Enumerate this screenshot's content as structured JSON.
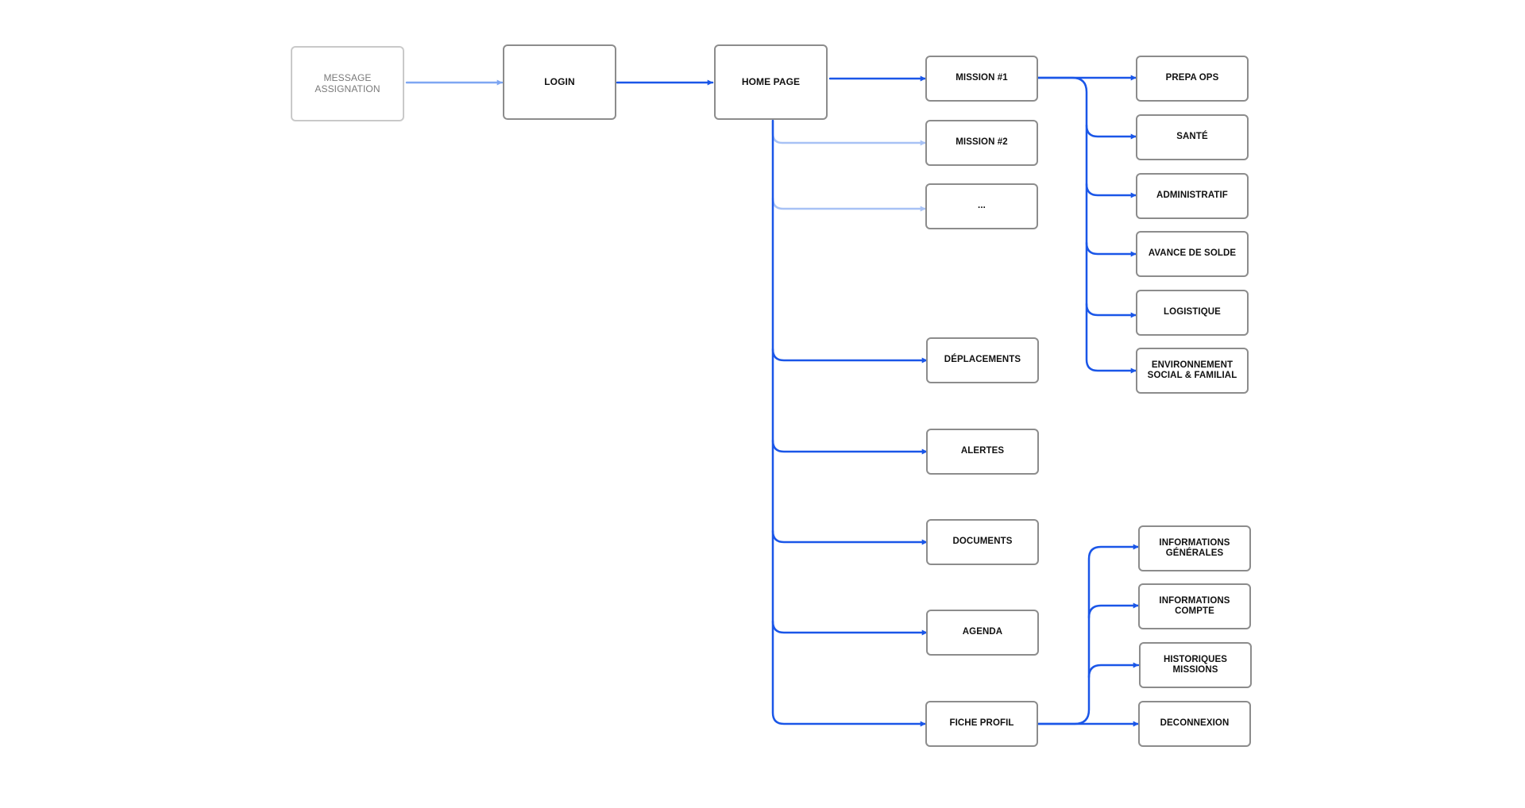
{
  "colors": {
    "primary_edge": "#1a56e8",
    "faded_edge": "#a8c2f5",
    "assign_edge": "#7ea6f2",
    "node_border": "#8c8c8c",
    "faded_border": "#c9c9c9"
  },
  "nodes": {
    "message_assignation": "MESSAGE\nASSIGNATION",
    "login": "LOGIN",
    "home_page": "HOME PAGE",
    "mission_1": "MISSION #1",
    "mission_2": "MISSION #2",
    "ellipsis": "...",
    "deplacements": "DÉPLACEMENTS",
    "alertes": "ALERTES",
    "documents": "DOCUMENTS",
    "agenda": "AGENDA",
    "fiche_profil": "FICHE PROFIL",
    "prepa_ops": "PREPA OPS",
    "sante": "SANTÉ",
    "administratif": "ADMINISTRATIF",
    "avance_de_solde": "AVANCE DE SOLDE",
    "logistique": "LOGISTIQUE",
    "environnement": "ENVIRONNEMENT\nSOCIAL & FAMILIAL",
    "informations_generales": "INFORMATIONS\nGÉNÉRALES",
    "informations_compte": "INFORMATIONS\nCOMPTE",
    "historiques_missions": "HISTORIQUES\nMISSIONS",
    "deconnexion": "DECONNEXION"
  },
  "edges": [
    {
      "from": "message_assignation",
      "to": "login",
      "style": "assign"
    },
    {
      "from": "login",
      "to": "home_page",
      "style": "primary"
    },
    {
      "from": "home_page",
      "to": "mission_1",
      "style": "primary"
    },
    {
      "from": "home_page",
      "to": "mission_2",
      "style": "faded"
    },
    {
      "from": "home_page",
      "to": "ellipsis",
      "style": "faded"
    },
    {
      "from": "home_page",
      "to": "deplacements",
      "style": "primary"
    },
    {
      "from": "home_page",
      "to": "alertes",
      "style": "primary"
    },
    {
      "from": "home_page",
      "to": "documents",
      "style": "primary"
    },
    {
      "from": "home_page",
      "to": "agenda",
      "style": "primary"
    },
    {
      "from": "home_page",
      "to": "fiche_profil",
      "style": "primary"
    },
    {
      "from": "mission_1",
      "to": "prepa_ops",
      "style": "primary"
    },
    {
      "from": "mission_1",
      "to": "sante",
      "style": "primary"
    },
    {
      "from": "mission_1",
      "to": "administratif",
      "style": "primary"
    },
    {
      "from": "mission_1",
      "to": "avance_de_solde",
      "style": "primary"
    },
    {
      "from": "mission_1",
      "to": "logistique",
      "style": "primary"
    },
    {
      "from": "mission_1",
      "to": "environnement",
      "style": "primary"
    },
    {
      "from": "fiche_profil",
      "to": "informations_generales",
      "style": "primary"
    },
    {
      "from": "fiche_profil",
      "to": "informations_compte",
      "style": "primary"
    },
    {
      "from": "fiche_profil",
      "to": "historiques_missions",
      "style": "primary"
    },
    {
      "from": "fiche_profil",
      "to": "deconnexion",
      "style": "primary"
    }
  ]
}
